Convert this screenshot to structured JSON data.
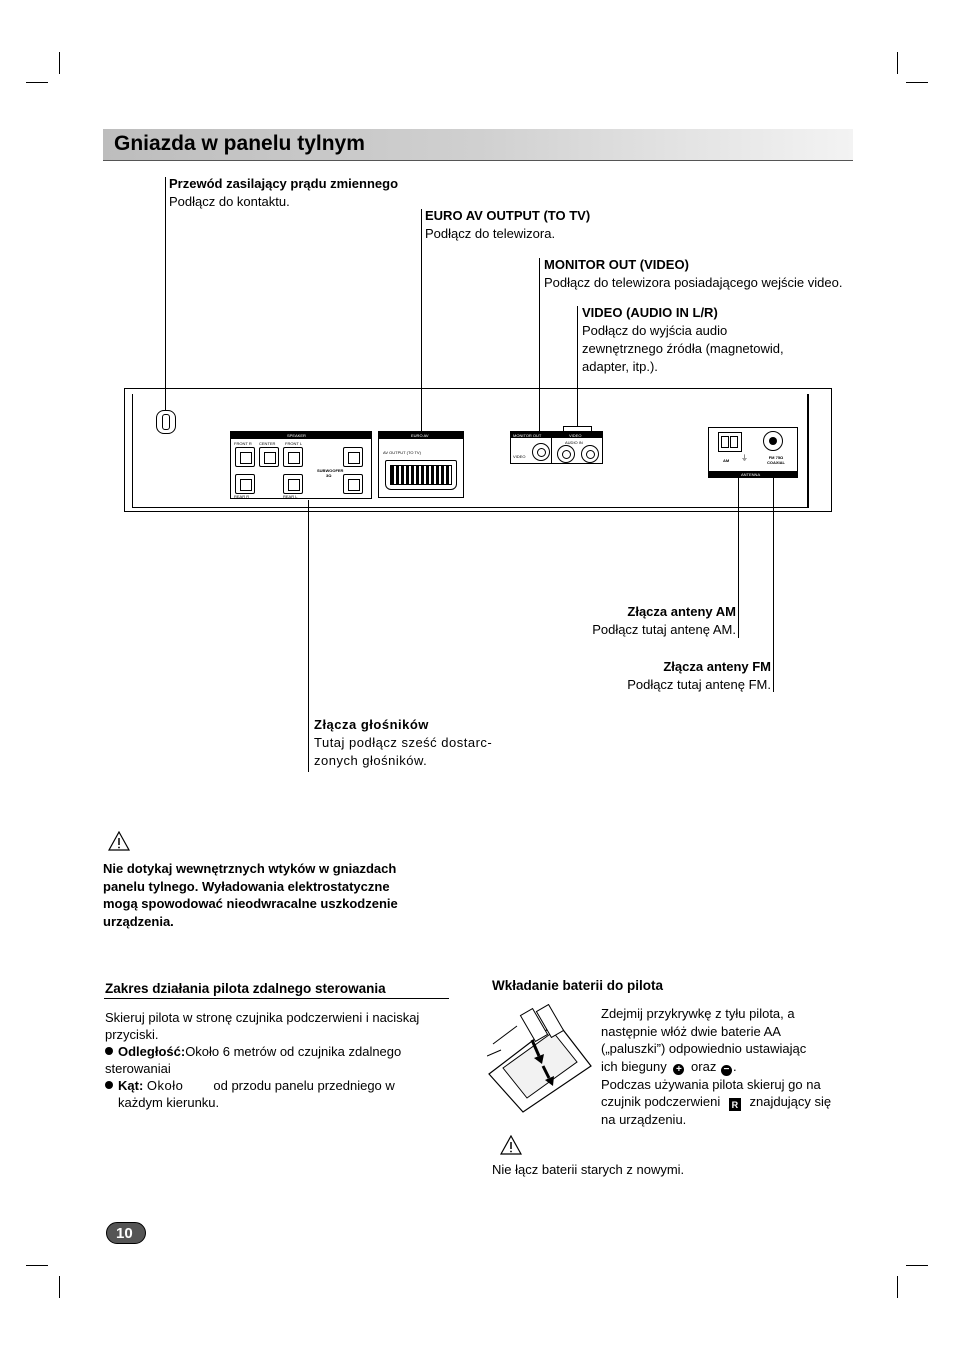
{
  "title": "Gniazda w panelu tylnym",
  "labels": {
    "power_title": "Przewód zasilający prądu zmiennego",
    "power_text": "Podłącz do kontaktu.",
    "euro_title": "EURO AV OUTPUT (TO TV)",
    "euro_text": "Podłącz do telewizora.",
    "monitor_title": "MONITOR OUT (VIDEO)",
    "monitor_text": "Podłącz do telewizora posiadającego wejście video.",
    "video_title": "VIDEO (AUDIO IN L/R)",
    "video_text_1": "Podłącz do wyjścia audio",
    "video_text_2": "zewnętrznego źródła (magnetowid,",
    "video_text_3": "adapter, itp.).",
    "am_title": "Złącza anteny AM",
    "am_text": "Podłącz tutaj antenę AM.",
    "fm_title": "Złącza anteny FM",
    "fm_text": "Podłącz tutaj antenę FM.",
    "spk_title": "Złącza głośników",
    "spk_text_1": "Tutaj podłącz sześć dostarc-",
    "spk_text_2": "zonych głośników."
  },
  "panel_text": {
    "speaker": "SPEAKER",
    "front_r": "FRONT R",
    "center": "CENTER",
    "front_l": "FRONT L",
    "subwoofer": "SUBWOOFER",
    "ohm": "3Ω",
    "rear_r": "REAR R",
    "rear_l": "REAR L",
    "euro_av": "EURO AV",
    "euro_av_sub": "AV OUTPUT (TO TV)",
    "monitor_out": "MONITOR OUT",
    "video": "VIDEO",
    "video_small": "VIDEO",
    "audio_in": "AUDIO IN",
    "am": "AM",
    "fm": "FM 75Ω COAXIAL",
    "antenna": "ANTENNA"
  },
  "caution": {
    "line1": "Nie dotykaj wewnętrznych wtyków w gniazdach",
    "line2": "panelu tylnego. Wyładowania elektrostatyczne",
    "line3": "mogą spowodować nieodwracalne uszkodzenie",
    "line4": "urządzenia."
  },
  "remote_range": {
    "heading": "Zakres działania pilota zdalnego sterowania",
    "intro_1": "Skieruj pilota w stronę czujnika podczerwieni i naciskaj",
    "intro_2": "przyciski.",
    "distance_label": "Odległość:",
    "distance_text_1": "Około 6 metrów od czujnika zdalnego",
    "distance_text_2": "sterowaniai",
    "angle_label": "Kąt:",
    "angle_text_1": "Około",
    "angle_text_2": "od przodu panelu przedniego w",
    "angle_text_3": "każdym kierunku."
  },
  "battery": {
    "heading": "Wkładanie baterii do pilota",
    "line1": "Zdejmij przykrywkę z tyłu pilota, a",
    "line2": "następnie włóż dwie baterie AA",
    "line3": "(„paluszki”) odpowiednio ustawiając",
    "line4a": "ich bieguny",
    "line4b": "oraz",
    "line4c": ".",
    "line5": "Podczas używania pilota skieruj go na",
    "line6a": "czujnik podczerwieni",
    "line6b": "znajdujący się",
    "line7": "na urządzeniu.",
    "warning": "Nie łącz baterii starych z nowymi."
  },
  "page_number": "10"
}
